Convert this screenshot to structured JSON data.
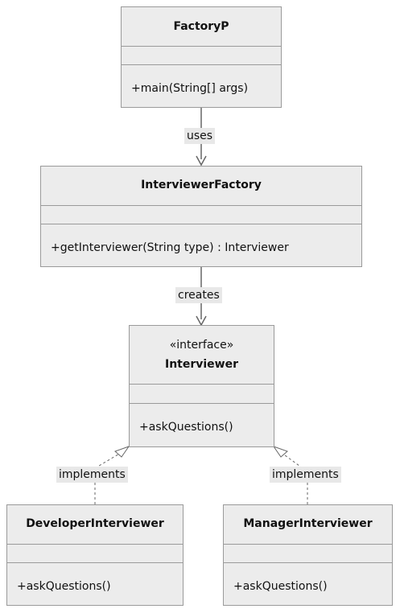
{
  "classes": {
    "factory_p": {
      "name": "FactoryP",
      "methods": [
        "+main(String[] args)"
      ]
    },
    "interviewer_factory": {
      "name": "InterviewerFactory",
      "methods": [
        "+getInterviewer(String type) : Interviewer"
      ]
    },
    "interviewer": {
      "stereotype": "«interface»",
      "name": "Interviewer",
      "methods": [
        "+askQuestions()"
      ]
    },
    "developer_interviewer": {
      "name": "DeveloperInterviewer",
      "methods": [
        "+askQuestions()"
      ]
    },
    "manager_interviewer": {
      "name": "ManagerInterviewer",
      "methods": [
        "+askQuestions()"
      ]
    }
  },
  "relations": {
    "uses": "uses",
    "creates": "creates",
    "implements_developer": "implements",
    "implements_manager": "implements"
  },
  "colors": {
    "box_fill": "#ececec",
    "box_border": "#9a9a9a",
    "edge": "#666666",
    "label_bg": "#e8e8e8"
  }
}
